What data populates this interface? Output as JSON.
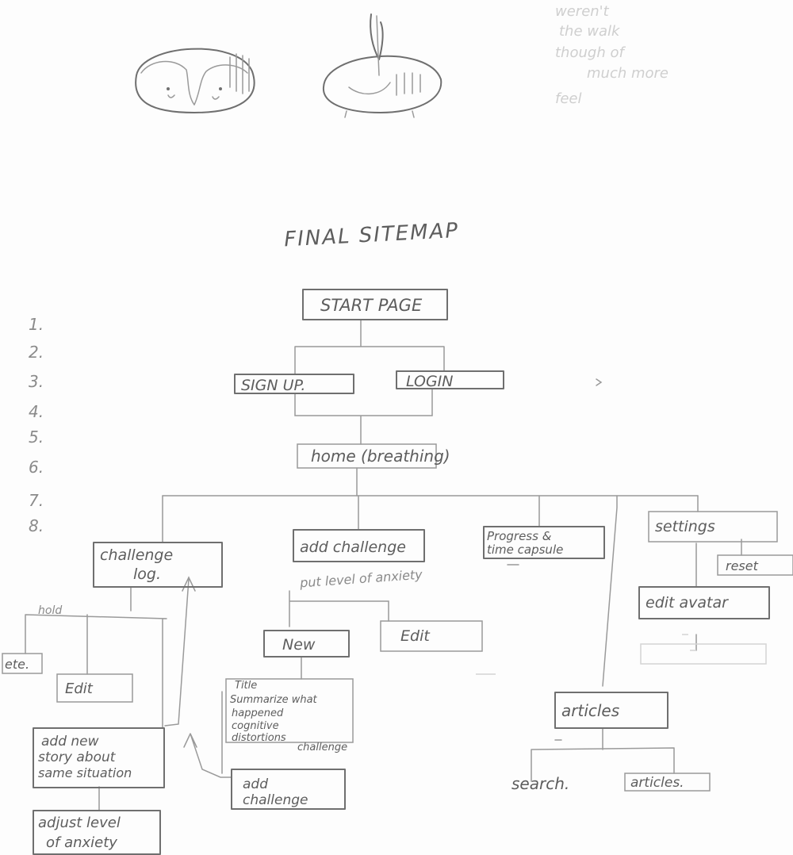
{
  "title": "FINAL SITEMAP",
  "numbering": [
    "1.",
    "2.",
    "3.",
    "4.",
    "5.",
    "6.",
    "7.",
    "8."
  ],
  "nodes": {
    "start_page": "START PAGE",
    "sign_up": "SIGN UP.",
    "login": "LOGIN",
    "home": "home (breathing)",
    "challenge_log": [
      "challenge",
      "log."
    ],
    "add_challenge": "add challenge",
    "anxiety_note": "put level of anxiety",
    "progress": [
      "Progress &",
      "time capsule"
    ],
    "settings": "settings",
    "reset": "reset",
    "edit_avatar": "edit avatar",
    "new": "New",
    "edit_mid": "Edit",
    "delete": "ete.",
    "edit_left": "Edit",
    "hold": "hold",
    "add_new_story": [
      "add new",
      "story about",
      "same situation"
    ],
    "adjust_anxiety": [
      "adjust level",
      "of anxiety"
    ],
    "form_fields": [
      "Title",
      "Summarize what",
      "happened",
      "cognitive",
      "distortions",
      "challenge"
    ],
    "add_challenge_btn": [
      "add",
      "challenge"
    ],
    "articles": "articles",
    "search": "search.",
    "articles_sub": "articles."
  },
  "colors": {
    "pencil": "#6f6f6f",
    "paper": "#fdfdfd"
  }
}
